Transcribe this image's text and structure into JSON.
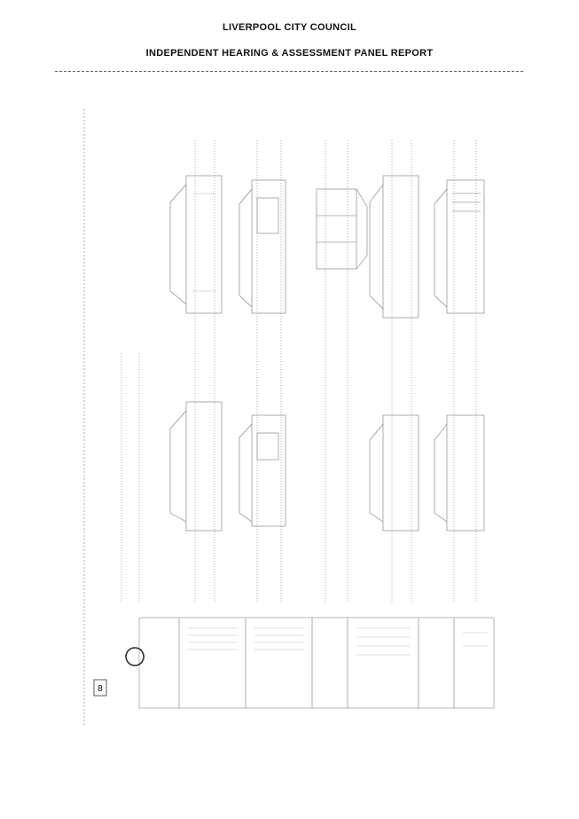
{
  "header": {
    "council": "LIVERPOOL CITY COUNCIL",
    "report": "INDEPENDENT HEARING & ASSESSMENT PANEL REPORT"
  },
  "drawing": {
    "sheet_number": "8"
  },
  "colors": {
    "ink": "#111111",
    "line": "#555555",
    "faint": "#9a9a9a"
  }
}
